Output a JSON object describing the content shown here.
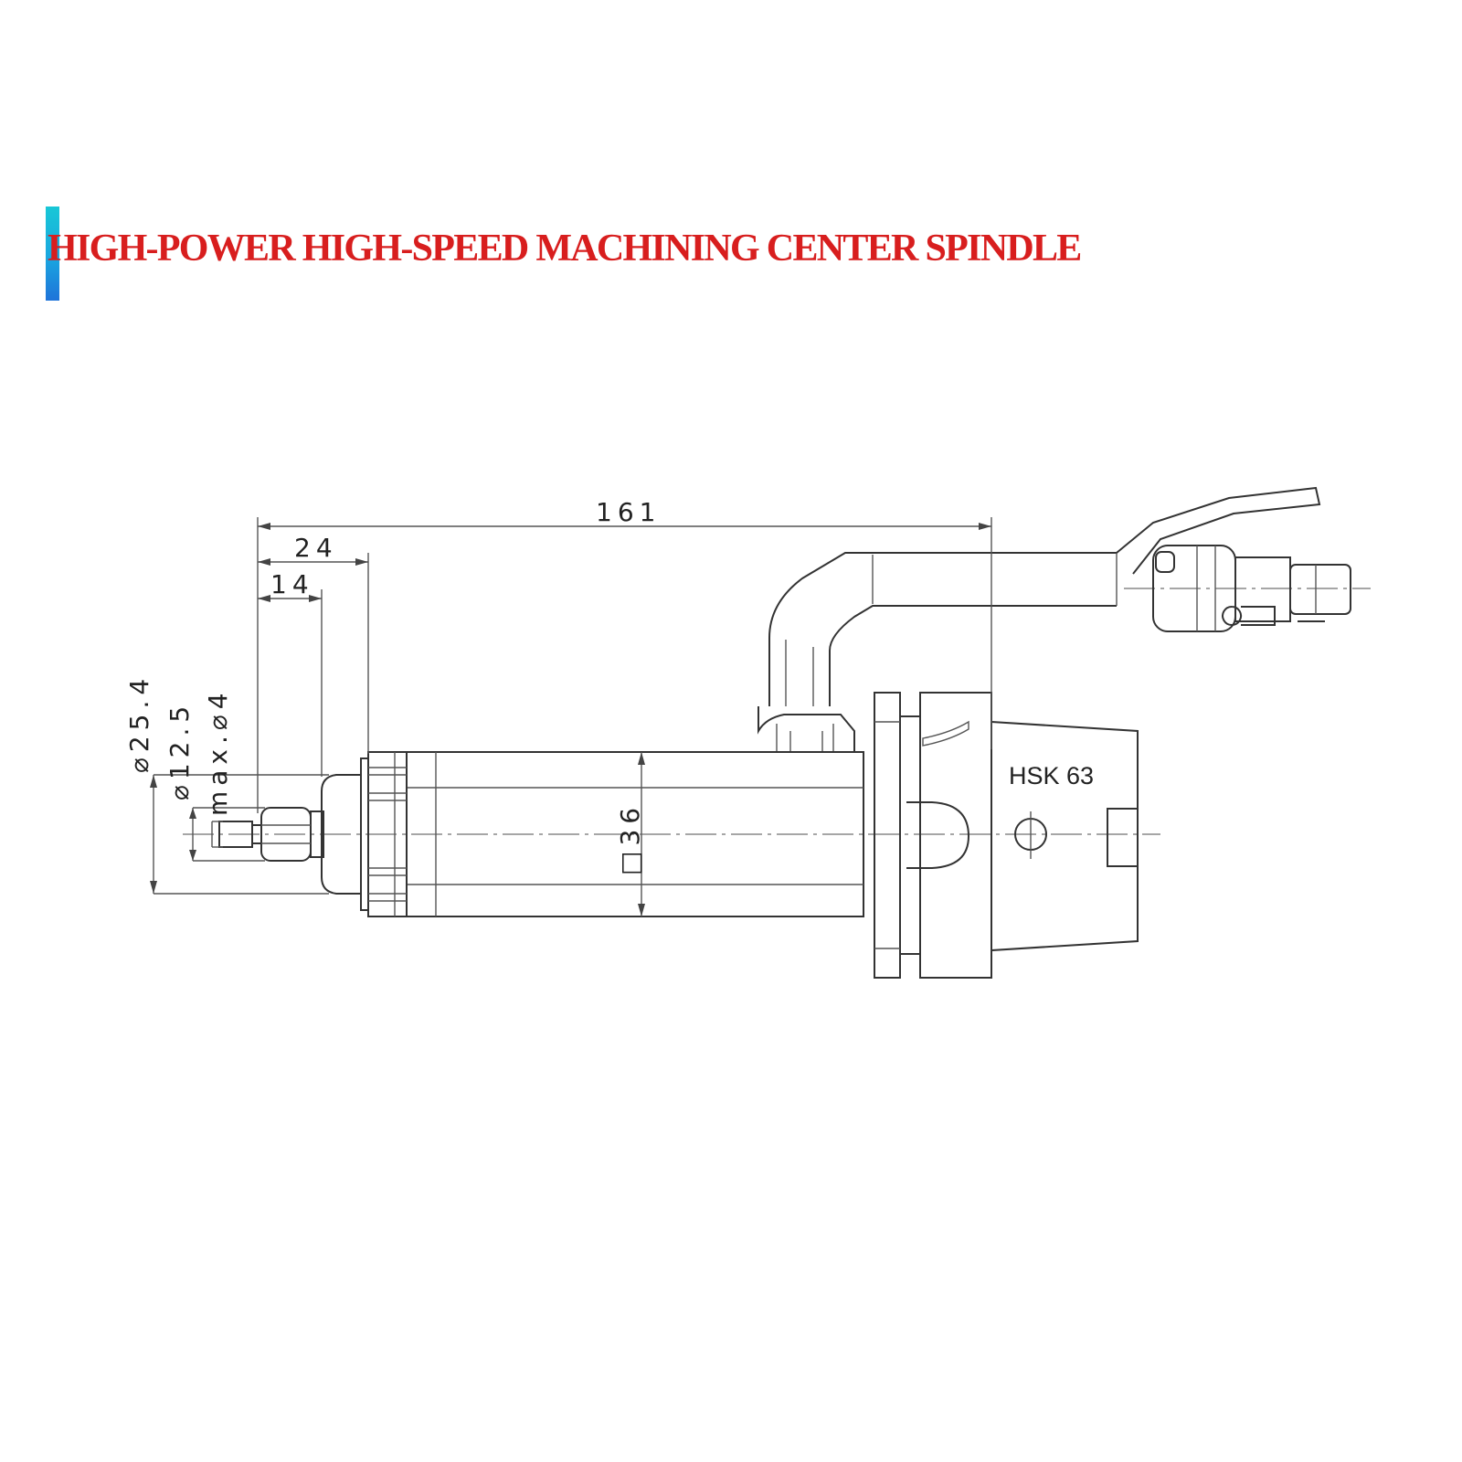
{
  "header": {
    "title": "HIGH-POWER HIGH-SPEED MACHINING CENTER SPINDLE",
    "accent_colors": [
      "#18c7d6",
      "#1f73d9"
    ],
    "title_color": "#d81e1e"
  },
  "drawing": {
    "dimensions": {
      "overall_length": "161",
      "nose_length": "24",
      "collet_length": "14",
      "diameter_body": "⌀25.4",
      "diameter_nose": "⌀12.5",
      "max_tool_diameter": "max.⌀4",
      "square_section": "□36"
    },
    "interface_label": "HSK 63"
  }
}
